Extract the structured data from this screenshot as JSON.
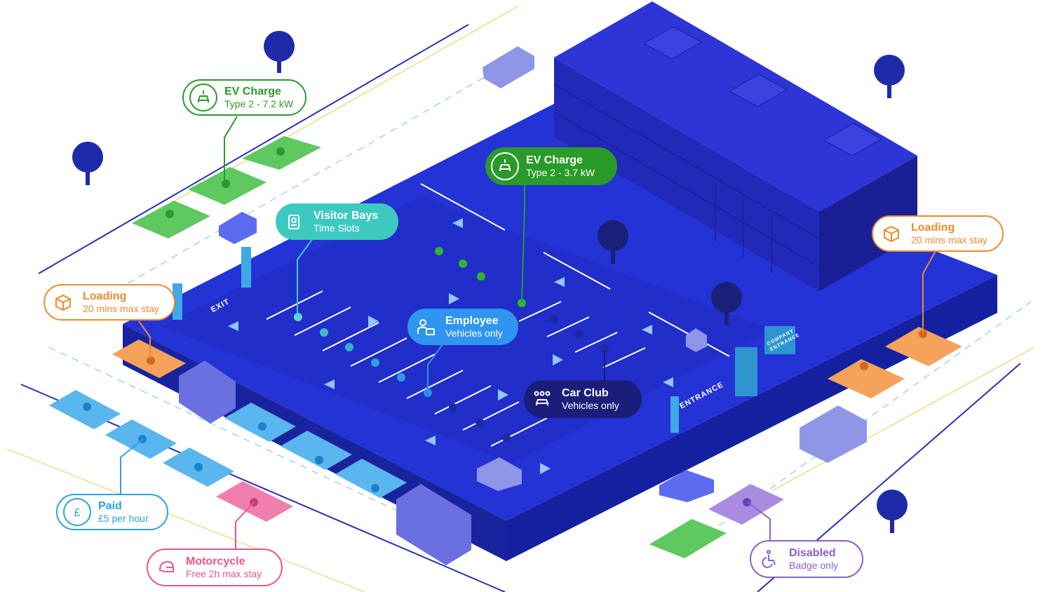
{
  "colors": {
    "lot": "#2333d6",
    "lot_dark": "#1b26a8",
    "building": "#2a30c9",
    "building_dark": "#1b1f8f",
    "ev_green": "#2a9a2a",
    "loading_orange": "#f08a2c",
    "paid_blue": "#2aa3e6",
    "motorcycle_pink": "#e8568f",
    "disabled_purple": "#8a5fd0",
    "visitor_teal": "#3ec9c0",
    "employee_blue": "#2f95f0",
    "carclub_navy": "#1a1e7a"
  },
  "ground_labels": {
    "exit": "EXIT",
    "entrance": "ENTRANCE",
    "company_entrance": "COMPANY ENTRANCE"
  },
  "callouts": {
    "ev_street": {
      "title": "EV Charge",
      "subtitle": "Type 2 - 7.2 kW",
      "icon": "ev-plug-car-icon"
    },
    "ev_lot": {
      "title": "EV Charge",
      "subtitle": "Type 2 - 3.7 kW",
      "icon": "ev-plug-car-icon"
    },
    "visitor": {
      "title": "Visitor Bays",
      "subtitle": "Time Slots",
      "icon": "badge-icon"
    },
    "loading_left": {
      "title": "Loading",
      "subtitle": "20 mins max stay",
      "icon": "package-icon"
    },
    "loading_right": {
      "title": "Loading",
      "subtitle": "20 mins max stay",
      "icon": "package-icon"
    },
    "employee": {
      "title": "Employee",
      "subtitle": "Vehicles only",
      "icon": "employee-icon"
    },
    "carclub": {
      "title": "Car Club",
      "subtitle": "Vehicles only",
      "icon": "car-club-icon"
    },
    "paid": {
      "title": "Paid",
      "subtitle": "£5 per hour",
      "icon": "pound-icon"
    },
    "motorcycle": {
      "title": "Motorcycle",
      "subtitle": "Free 2h max stay",
      "icon": "helmet-icon"
    },
    "disabled": {
      "title": "Disabled",
      "subtitle": "Badge only",
      "icon": "wheelchair-icon"
    }
  }
}
